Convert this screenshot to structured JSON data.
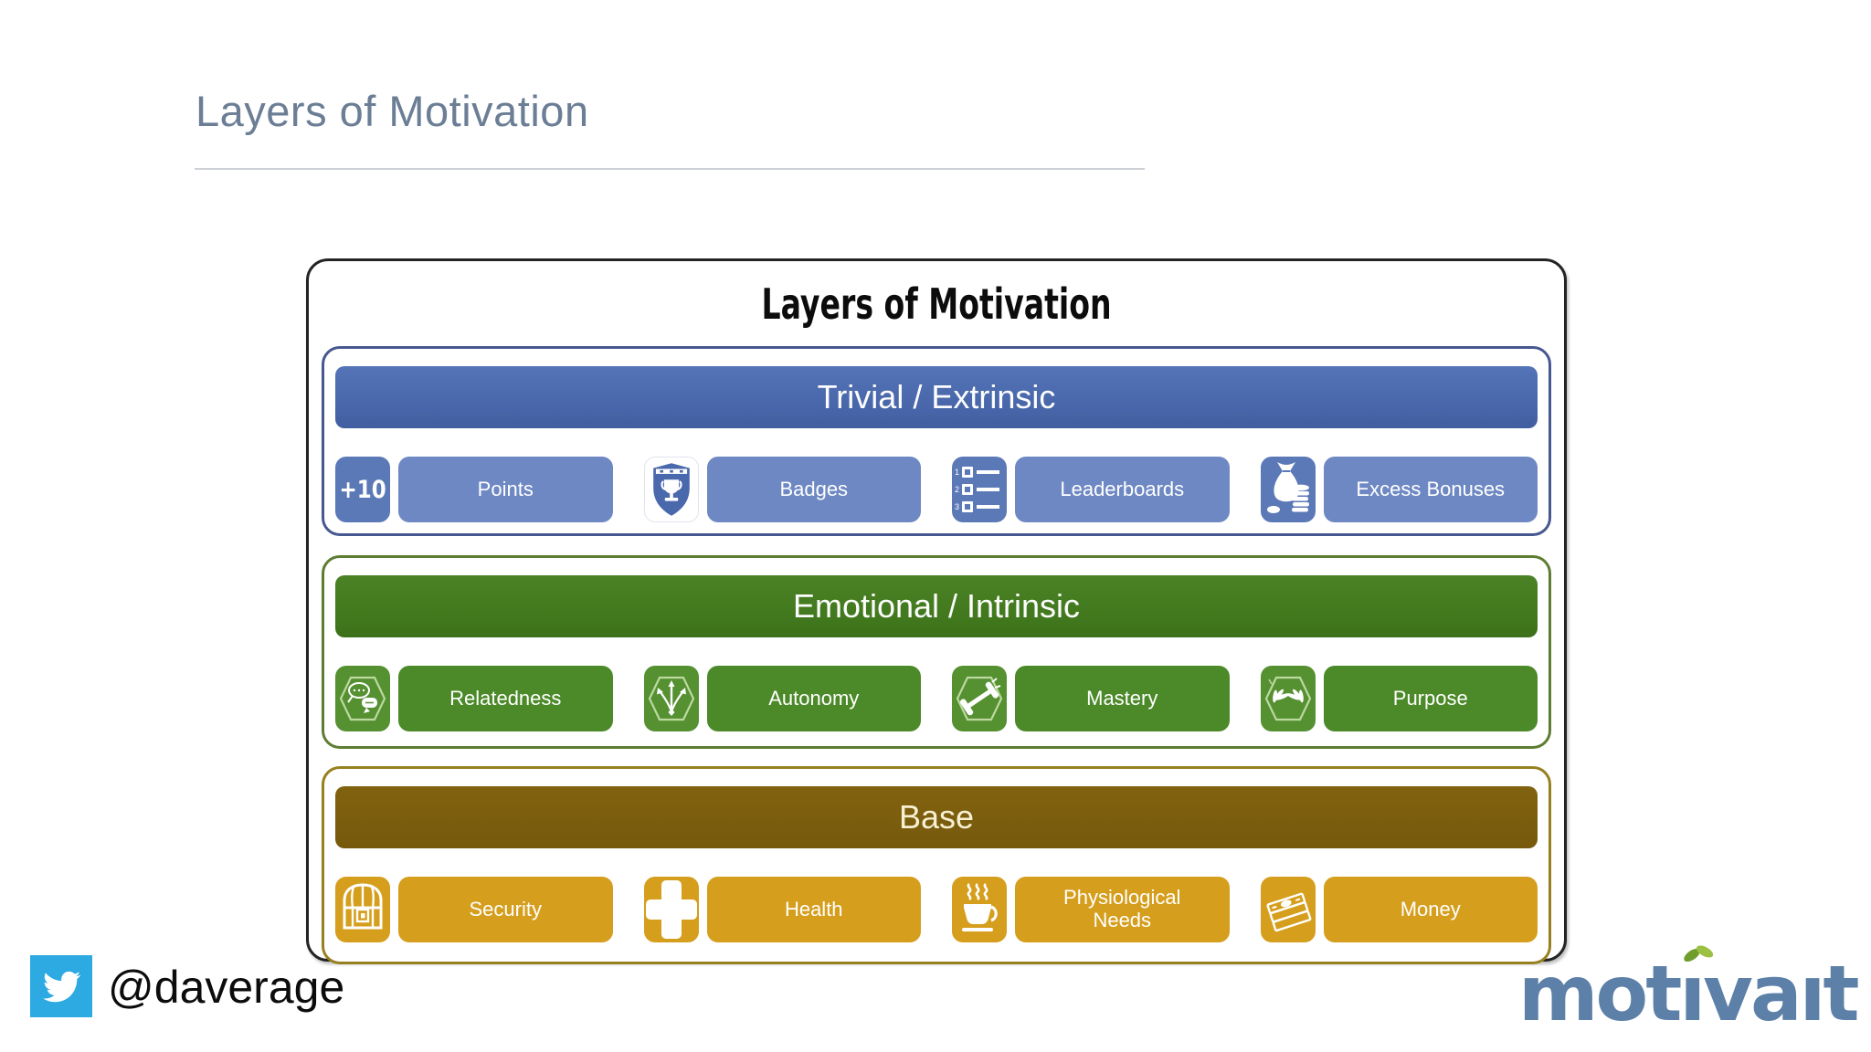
{
  "slide": {
    "title": "Layers of Motivation"
  },
  "diagram": {
    "title": "Layers of Motivation",
    "layers": [
      {
        "id": "trivial-extrinsic",
        "header": "Trivial / Extrinsic",
        "color": "#4b69ad",
        "items": [
          {
            "label": "Points",
            "icon": "plus-ten-icon",
            "icon_text": "+10"
          },
          {
            "label": "Badges",
            "icon": "trophy-shield-icon"
          },
          {
            "label": "Leaderboards",
            "icon": "ranked-list-icon",
            "ranks": [
              "1",
              "2",
              "3"
            ]
          },
          {
            "label": "Excess Bonuses",
            "icon": "money-bag-coins-icon"
          }
        ]
      },
      {
        "id": "emotional-intrinsic",
        "header": "Emotional / Intrinsic",
        "color": "#44791e",
        "items": [
          {
            "label": "Relatedness",
            "icon": "speech-bubbles-hex-icon"
          },
          {
            "label": "Autonomy",
            "icon": "branching-arrows-hex-icon"
          },
          {
            "label": "Mastery",
            "icon": "dumbbell-hex-icon"
          },
          {
            "label": "Purpose",
            "icon": "hands-release-hex-icon"
          }
        ]
      },
      {
        "id": "base",
        "header": "Base",
        "color": "#7b5d0f",
        "items": [
          {
            "label": "Security",
            "icon": "treasure-chest-icon"
          },
          {
            "label": "Health",
            "icon": "medical-cross-icon"
          },
          {
            "label": "Physiological Needs",
            "icon": "coffee-cup-icon"
          },
          {
            "label": "Money",
            "icon": "banknotes-icon"
          }
        ]
      }
    ]
  },
  "footer": {
    "twitter_handle": "@daverage",
    "twitter_icon": "twitter-bird-icon",
    "brand": "motivait",
    "brand_logo_text": "motıvaıt"
  },
  "colors": {
    "slide_title": "#6b7e95",
    "layer_blue_header": "#4b69ad",
    "layer_blue_item": "#6e88c3",
    "layer_green_header": "#44791e",
    "layer_green_item": "#4c8928",
    "base_header": "#7b5d0f",
    "base_item": "#d59e1d",
    "twitter_blue": "#2caae1",
    "logo_blue": "#5d80a8",
    "leaf_green": "#7fae35"
  }
}
